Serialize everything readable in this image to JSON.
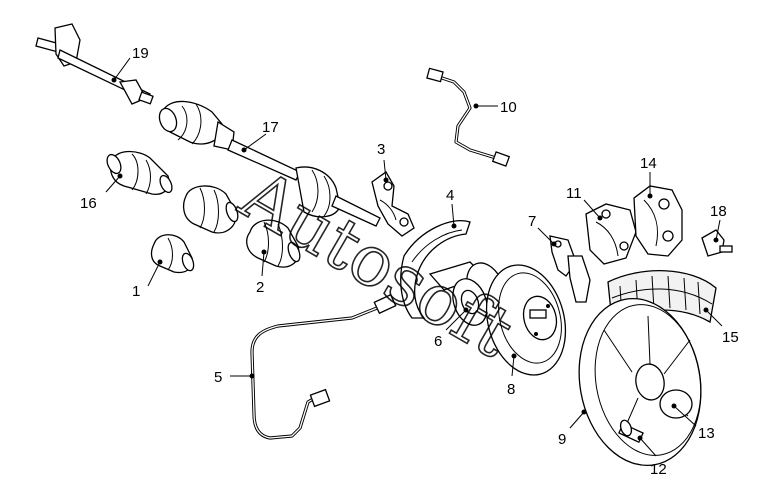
{
  "watermark": "Autosoft",
  "callouts": [
    {
      "id": "1",
      "label": "1"
    },
    {
      "id": "2",
      "label": "2"
    },
    {
      "id": "3",
      "label": "3"
    },
    {
      "id": "4",
      "label": "4"
    },
    {
      "id": "5",
      "label": "5"
    },
    {
      "id": "6",
      "label": "6"
    },
    {
      "id": "7",
      "label": "7"
    },
    {
      "id": "8",
      "label": "8"
    },
    {
      "id": "9",
      "label": "9"
    },
    {
      "id": "10",
      "label": "10"
    },
    {
      "id": "11",
      "label": "11"
    },
    {
      "id": "12",
      "label": "12"
    },
    {
      "id": "13",
      "label": "13"
    },
    {
      "id": "14",
      "label": "14"
    },
    {
      "id": "15",
      "label": "15"
    },
    {
      "id": "16",
      "label": "16"
    },
    {
      "id": "17",
      "label": "17"
    },
    {
      "id": "18",
      "label": "18"
    },
    {
      "id": "19",
      "label": "19"
    }
  ]
}
